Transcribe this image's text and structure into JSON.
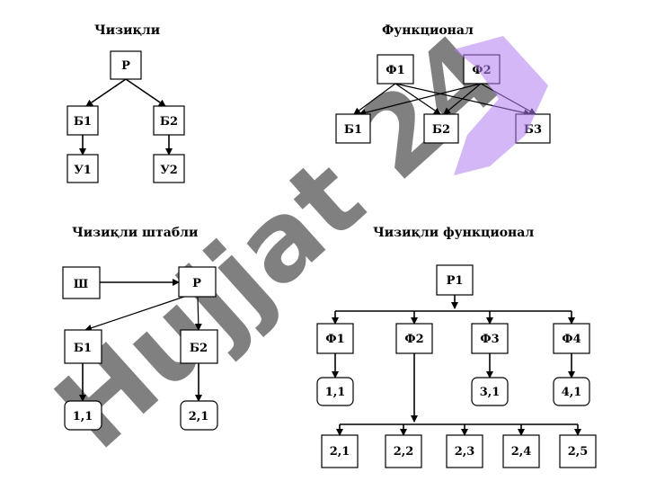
{
  "watermark": {
    "text": "Hujjat 24",
    "color": "#6a6a6a",
    "accent": "#b07cf0"
  },
  "diagrams": {
    "linear": {
      "title": "Чизиқли",
      "nodes": {
        "r": "Р",
        "b1": "Б1",
        "b2": "Б2",
        "u1": "У1",
        "u2": "У2"
      }
    },
    "functional": {
      "title": "Функционал",
      "nodes": {
        "f1": "Ф1",
        "f2": "Ф2",
        "b1": "Б1",
        "b2": "Б2",
        "b3": "Б3"
      }
    },
    "linear_staff": {
      "title": "Чизиқли штабли",
      "nodes": {
        "sh": "Ш",
        "r": "Р",
        "b1": "Б1",
        "b2": "Б2",
        "n11": "1,1",
        "n21": "2,1"
      }
    },
    "linear_functional": {
      "title": "Чизиқли функционал",
      "nodes": {
        "r1": "Р1",
        "f1": "Ф1",
        "f2": "Ф2",
        "f3": "Ф3",
        "f4": "Ф4",
        "n11": "1,1",
        "n31": "3,1",
        "n41": "4,1",
        "n21": "2,1",
        "n22": "2,2",
        "n23": "2,3",
        "n24": "2,4",
        "n25": "2,5"
      }
    }
  }
}
